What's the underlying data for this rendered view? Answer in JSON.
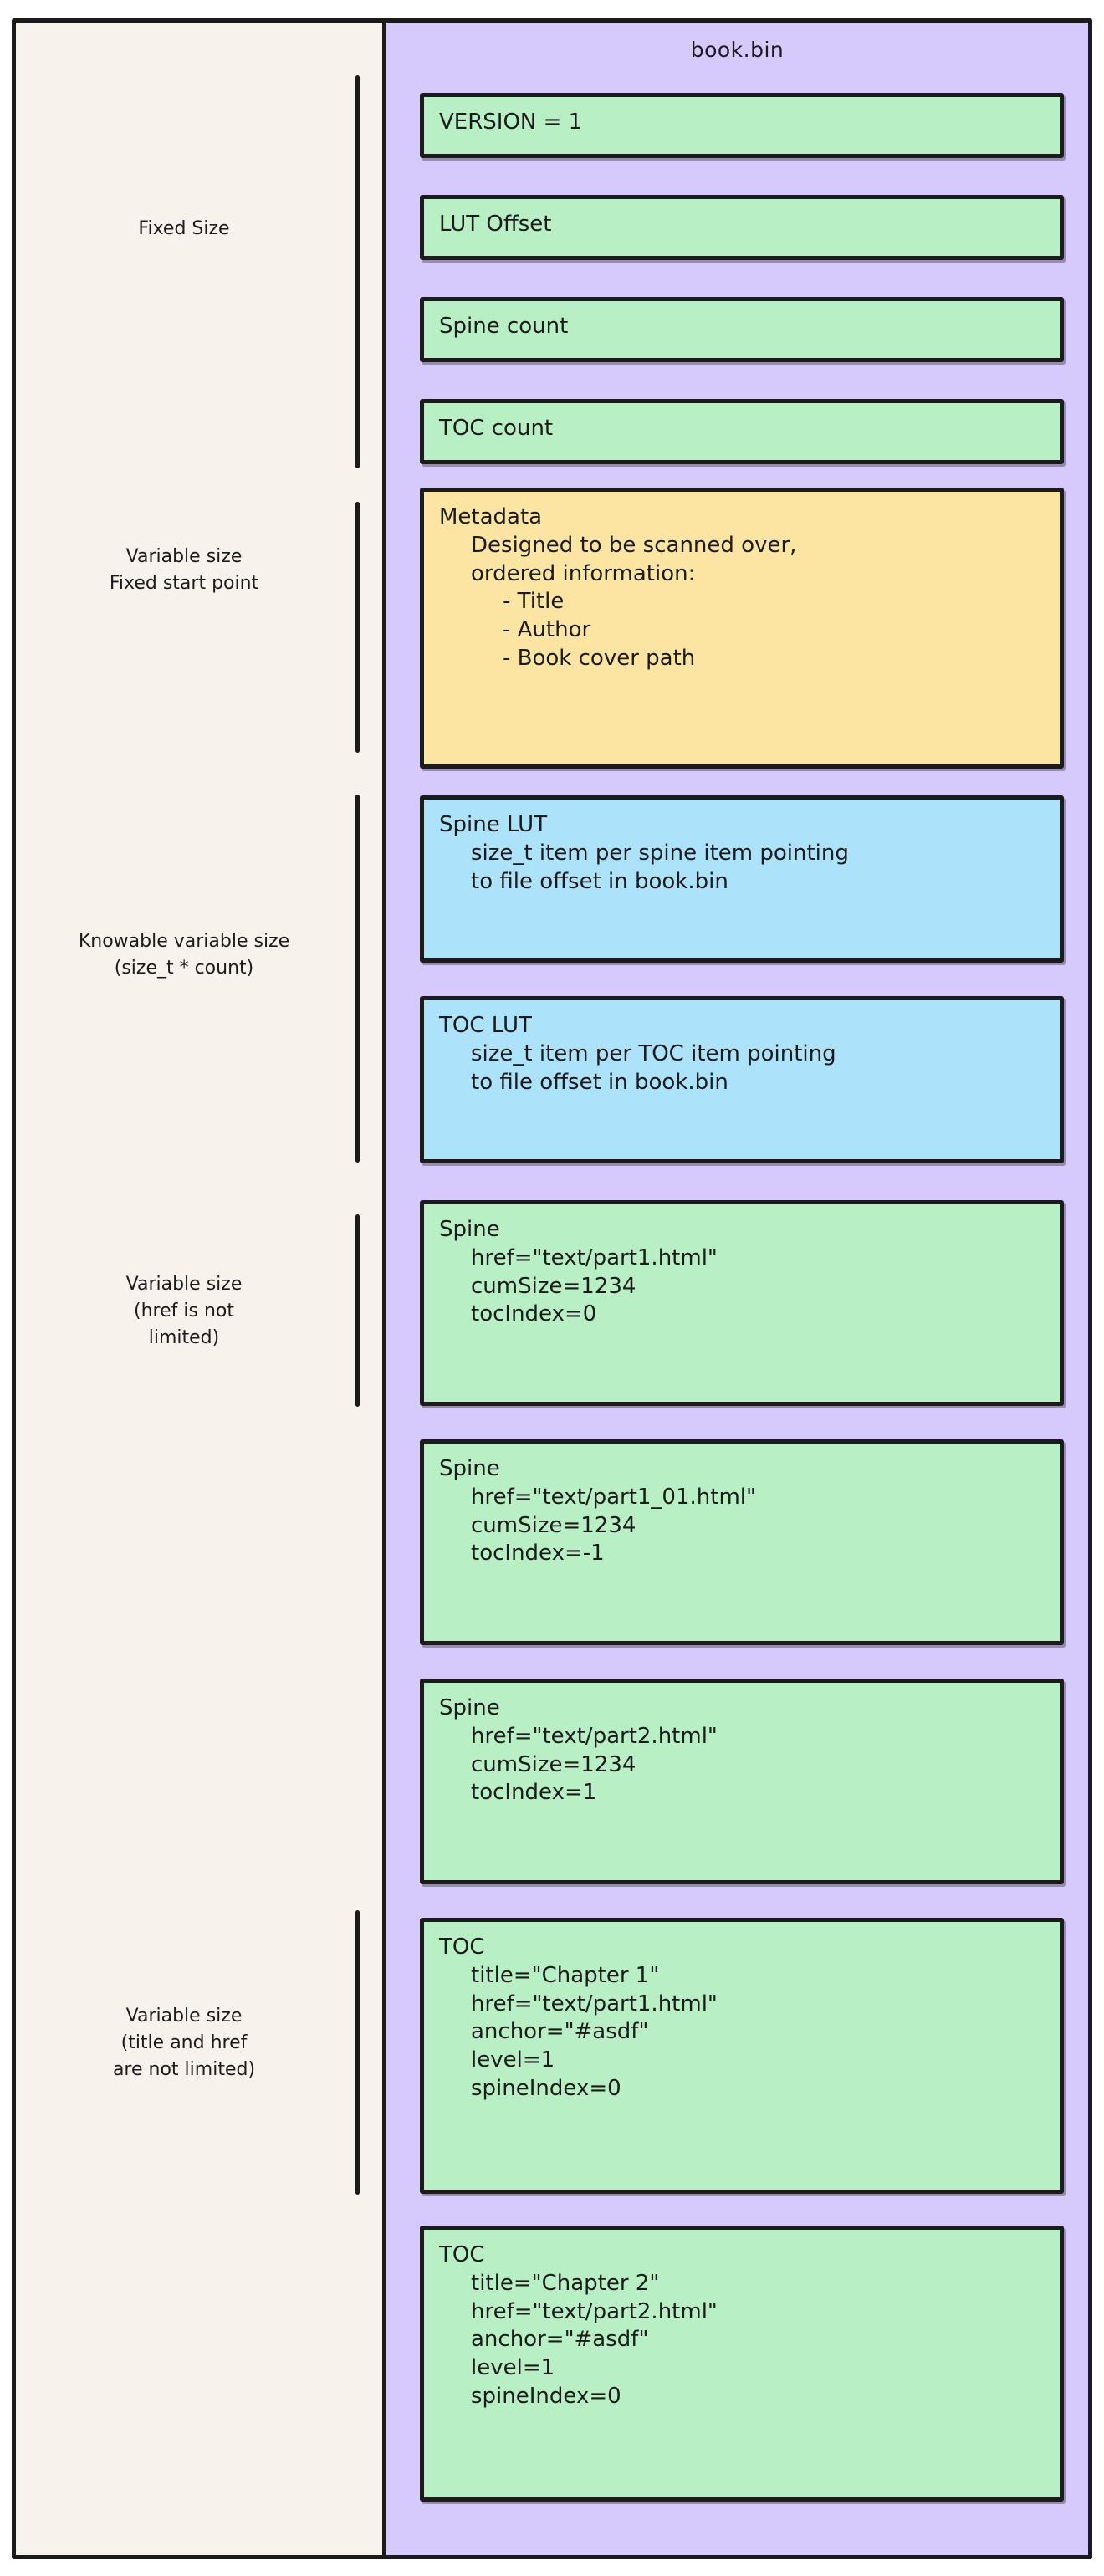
{
  "diagram": {
    "file_title": "book.bin",
    "colors": {
      "page_background": "#ffffff",
      "left_panel": "#f8f2ec",
      "file_column": "#d6c9fb",
      "green_box": "#b8efc4",
      "yellow_box": "#fce5a2",
      "blue_box": "#ade2fb",
      "stroke": "#1b1b1b"
    }
  },
  "groups": [
    {
      "label_line1": "Fixed Size",
      "label_line2": "",
      "label_line3": ""
    },
    {
      "label_line1": "Variable size",
      "label_line2": "Fixed start point",
      "label_line3": ""
    },
    {
      "label_line1": "Knowable variable size",
      "label_line2": "(size_t * count)",
      "label_line3": ""
    },
    {
      "label_line1": "Variable size",
      "label_line2": "(href is not",
      "label_line3": "limited)"
    },
    {
      "label_line1": "Variable size",
      "label_line2": "(title and href",
      "label_line3": "are not limited)"
    }
  ],
  "nodes": [
    {
      "id": "version",
      "color": "green",
      "lines": [
        {
          "text": "VERSION = 1",
          "indent": 0
        }
      ]
    },
    {
      "id": "lut_offset",
      "color": "green",
      "lines": [
        {
          "text": "LUT Offset",
          "indent": 0
        }
      ]
    },
    {
      "id": "spine_count",
      "color": "green",
      "lines": [
        {
          "text": "Spine count",
          "indent": 0
        }
      ]
    },
    {
      "id": "toc_count",
      "color": "green",
      "lines": [
        {
          "text": "TOC count",
          "indent": 0
        }
      ]
    },
    {
      "id": "metadata",
      "color": "yellow",
      "lines": [
        {
          "text": "Metadata",
          "indent": 0
        },
        {
          "text": "Designed to be scanned over,",
          "indent": 1
        },
        {
          "text": "ordered information:",
          "indent": 1
        },
        {
          "text": "- Title",
          "indent": 2
        },
        {
          "text": "- Author",
          "indent": 2
        },
        {
          "text": "- Book cover path",
          "indent": 2
        }
      ]
    },
    {
      "id": "spine_lut",
      "color": "blue",
      "lines": [
        {
          "text": "Spine LUT",
          "indent": 0
        },
        {
          "text": "size_t item per spine item pointing",
          "indent": 1
        },
        {
          "text": "to file offset in book.bin",
          "indent": 1
        }
      ]
    },
    {
      "id": "toc_lut",
      "color": "blue",
      "lines": [
        {
          "text": "TOC LUT",
          "indent": 0
        },
        {
          "text": "size_t item per TOC item pointing",
          "indent": 1
        },
        {
          "text": "to file offset in book.bin",
          "indent": 1
        }
      ]
    },
    {
      "id": "spine_1",
      "color": "green",
      "lines": [
        {
          "text": "Spine",
          "indent": 0
        },
        {
          "text": "href=\"text/part1.html\"",
          "indent": 1
        },
        {
          "text": "cumSize=1234",
          "indent": 1
        },
        {
          "text": "tocIndex=0",
          "indent": 1
        }
      ]
    },
    {
      "id": "spine_2",
      "color": "green",
      "lines": [
        {
          "text": "Spine",
          "indent": 0
        },
        {
          "text": "href=\"text/part1_01.html\"",
          "indent": 1
        },
        {
          "text": "cumSize=1234",
          "indent": 1
        },
        {
          "text": "tocIndex=-1",
          "indent": 1
        }
      ]
    },
    {
      "id": "spine_3",
      "color": "green",
      "lines": [
        {
          "text": "Spine",
          "indent": 0
        },
        {
          "text": "href=\"text/part2.html\"",
          "indent": 1
        },
        {
          "text": "cumSize=1234",
          "indent": 1
        },
        {
          "text": "tocIndex=1",
          "indent": 1
        }
      ]
    },
    {
      "id": "toc_1",
      "color": "green",
      "lines": [
        {
          "text": "TOC",
          "indent": 0
        },
        {
          "text": "title=\"Chapter 1\"",
          "indent": 1
        },
        {
          "text": "href=\"text/part1.html\"",
          "indent": 1
        },
        {
          "text": "anchor=\"#asdf\"",
          "indent": 1
        },
        {
          "text": "level=1",
          "indent": 1
        },
        {
          "text": "spineIndex=0",
          "indent": 1
        }
      ]
    },
    {
      "id": "toc_2",
      "color": "green",
      "lines": [
        {
          "text": "TOC",
          "indent": 0
        },
        {
          "text": "title=\"Chapter 2\"",
          "indent": 1
        },
        {
          "text": "href=\"text/part2.html\"",
          "indent": 1
        },
        {
          "text": "anchor=\"#asdf\"",
          "indent": 1
        },
        {
          "text": "level=1",
          "indent": 1
        },
        {
          "text": "spineIndex=0",
          "indent": 1
        }
      ]
    }
  ]
}
